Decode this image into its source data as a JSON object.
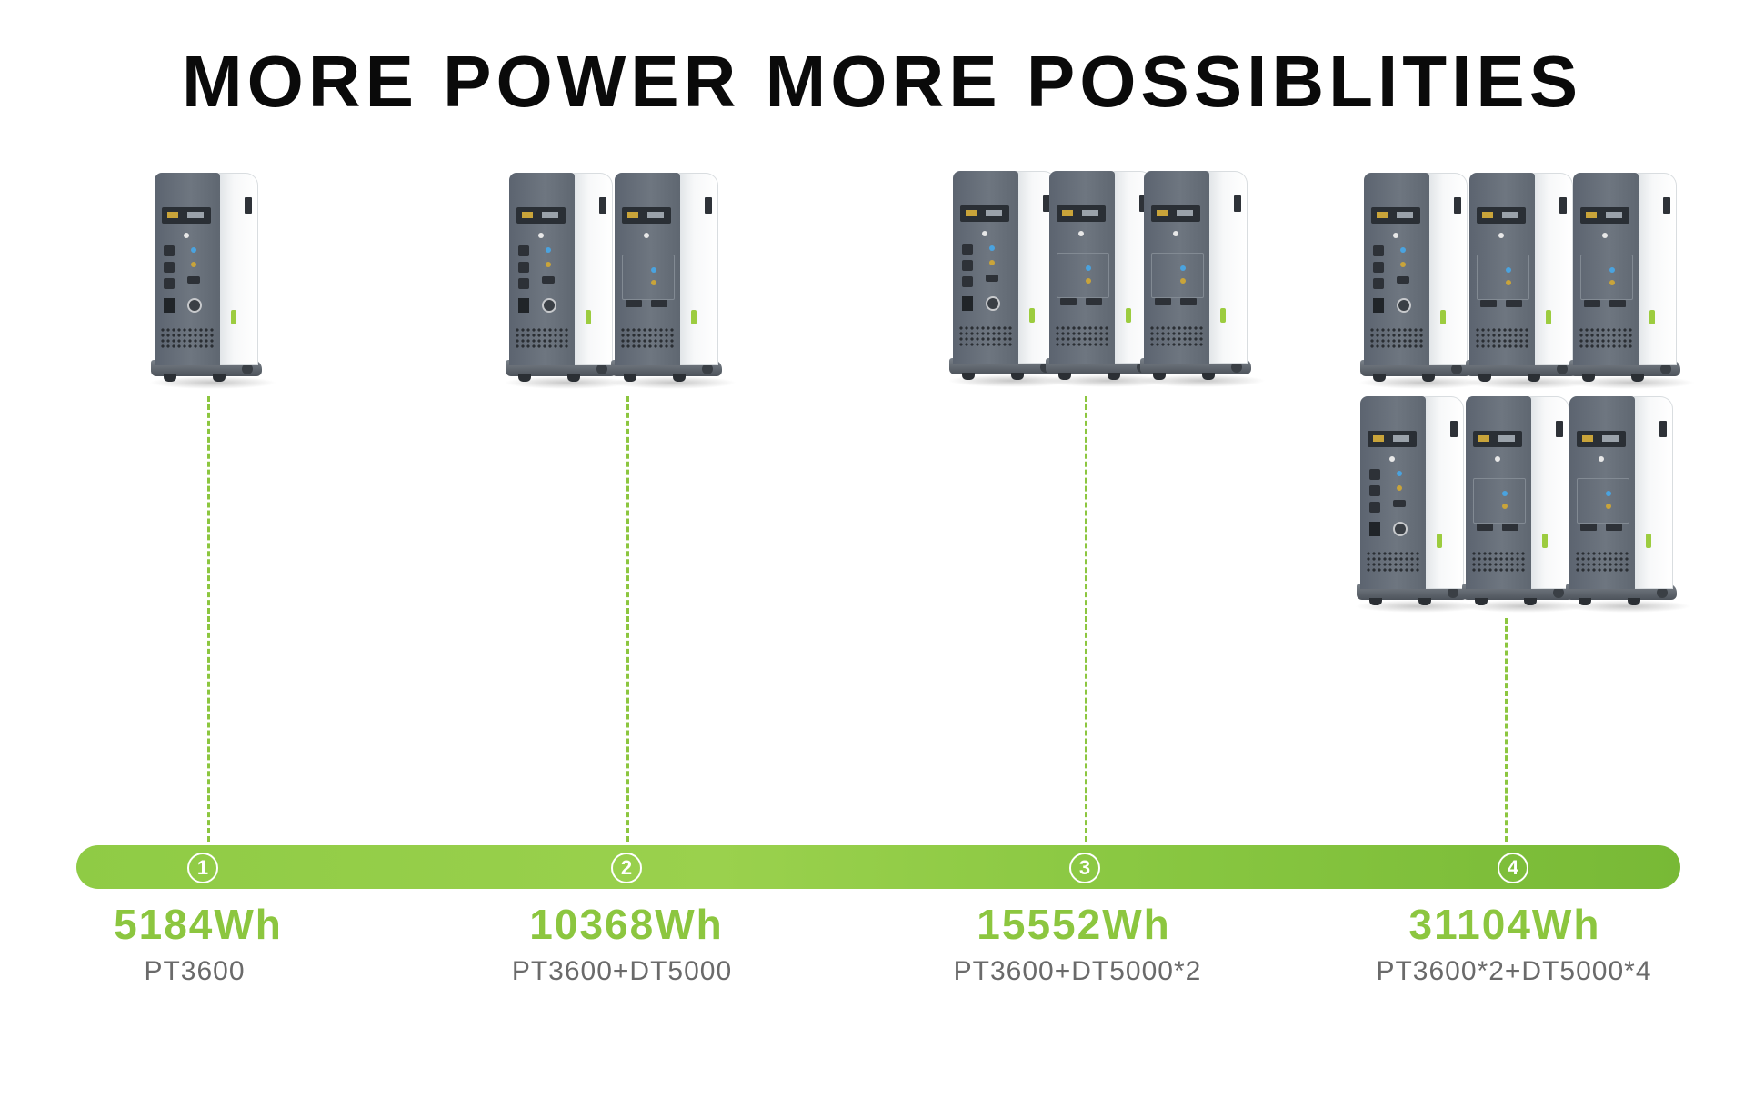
{
  "headline": "MORE POWER MORE POSSIBLITIES",
  "colors": {
    "accent_green": "#8cc63f",
    "headline": "#0a0a0a",
    "config_text": "#6a6a6a"
  },
  "tiers": [
    {
      "number": "1",
      "capacity": "5184Wh",
      "config": "PT3600",
      "units": 1
    },
    {
      "number": "2",
      "capacity": "10368Wh",
      "config": "PT3600+DT5000",
      "units": 2
    },
    {
      "number": "3",
      "capacity": "15552Wh",
      "config": "PT3600+DT5000*2",
      "units": 3
    },
    {
      "number": "4",
      "capacity": "31104Wh",
      "config": "PT3600*2+DT5000*4",
      "units": 6
    }
  ]
}
